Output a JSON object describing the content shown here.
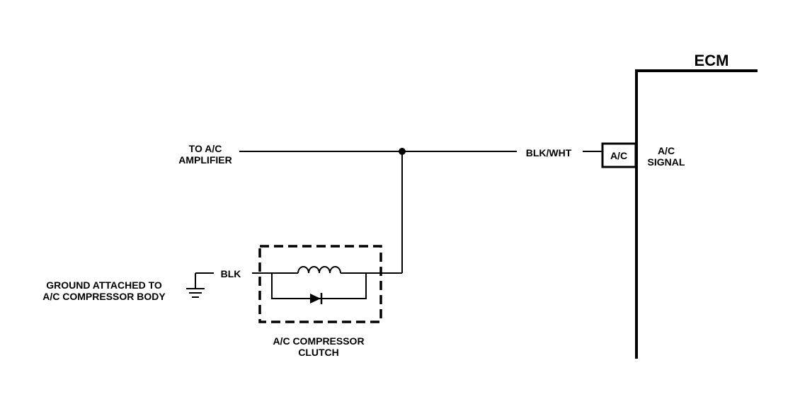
{
  "ecm": {
    "title": "ECM",
    "terminal": "A/C",
    "signal_line1": "A/C",
    "signal_line2": "SIGNAL"
  },
  "wires": {
    "to_amp_line1": "TO A/C",
    "to_amp_line2": "AMPLIFIER",
    "blk_wht": "BLK/WHT",
    "blk": "BLK"
  },
  "ground": {
    "line1": "GROUND ATTACHED TO",
    "line2": "A/C COMPRESSOR BODY"
  },
  "clutch": {
    "line1": "A/C COMPRESSOR",
    "line2": "CLUTCH"
  },
  "colors": {
    "ink": "#000000",
    "paper": "#ffffff"
  }
}
